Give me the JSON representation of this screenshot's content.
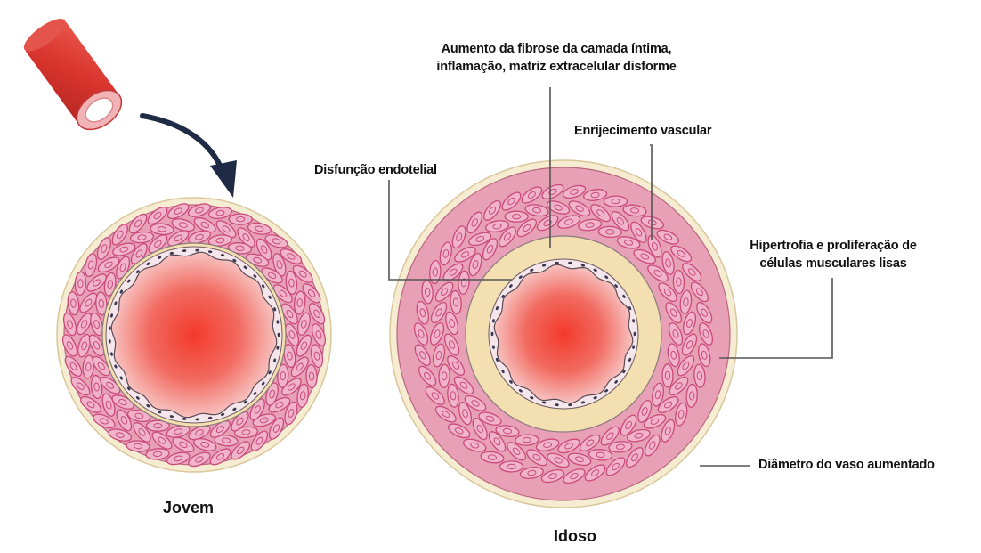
{
  "labels": {
    "fibrosis_line1": "Aumento da fibrose da camada íntima,",
    "fibrosis_line2": "inflamação, matriz extracelular disforme",
    "stiffening": "Enrijecimento vascular",
    "endothelial": "Disfunção endotelial",
    "hypertrophy_line1": "Hipertrofia e proliferação de",
    "hypertrophy_line2": "células musculares lisas",
    "diameter": "Diâmetro do vaso aumentado"
  },
  "captions": {
    "young": "Jovem",
    "old": "Idoso"
  },
  "colors": {
    "adventitia": "#f6ecd2",
    "media": "#e7a0b6",
    "smooth_muscle": "#c94a7a",
    "smooth_muscle_fill": "#f0b3c9",
    "intima": "#f3dfb0",
    "lumen_center": "#f23a2a",
    "lumen_edge": "#f6c0c0",
    "leader_line": "#555555",
    "arrow": "#1f2a44",
    "tube": "#e2403a"
  },
  "icons": {
    "tube": "blood-vessel-tube-icon",
    "arrow": "curved-arrow-icon"
  }
}
